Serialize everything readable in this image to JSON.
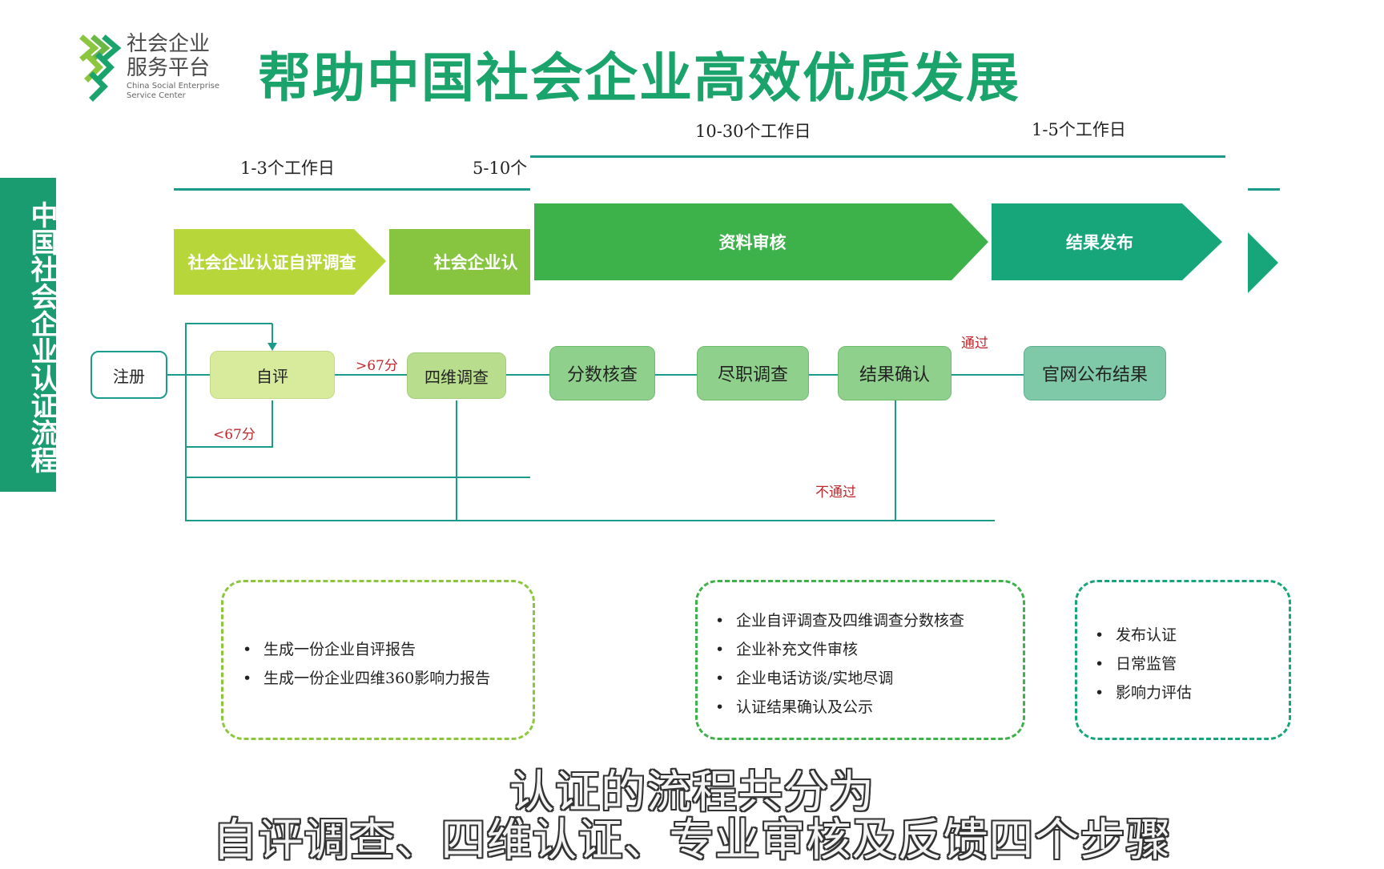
{
  "logo": {
    "line1": "社会企业",
    "line2": "服务平台",
    "en1": "China Social Enterprise",
    "en2": "Service Center"
  },
  "title": "帮助中国社会企业高效优质发展",
  "sidebar_title": "中国社会企业认证流程",
  "durations": {
    "d1": "1-3个工作日",
    "d2": "5-10个",
    "d3": "10-30个工作日",
    "d4": "1-5个工作日"
  },
  "stages": {
    "s1": "社会企业认证自评调查",
    "s2": "社会企业认",
    "s3": "资料审核",
    "s4": "结果发布"
  },
  "nodes": {
    "register": "注册",
    "self_eval": "自评",
    "four_dim": "四维调查",
    "score_check": "分数核查",
    "due_diligence": "尽职调查",
    "result_confirm": "结果确认",
    "publish": "官网公布结果"
  },
  "conditions": {
    "gt67": ">67分",
    "lt67": "<67分",
    "pass": "通过",
    "fail": "不通过"
  },
  "boxes": {
    "left": [
      "生成一份企业自评报告",
      "生成一份企业四维360影响力报告"
    ],
    "middle": [
      "企业自评调查及四维调查分数核查",
      "企业补充文件审核",
      "企业电话访谈/实地尽调",
      "认证结果确认及公示"
    ],
    "right": [
      "发布认证",
      "日常监管",
      "影响力评估"
    ]
  },
  "subtitle": {
    "line1": "认证的流程共分为",
    "line2": "自评调查、四维认证、专业审核及反馈四个步骤"
  },
  "colors": {
    "brand_green": "#1aa36a",
    "teal": "#1b9b8a",
    "lime": "#b7d63a",
    "mid_green": "#87c540",
    "green": "#3db14a",
    "dark_green": "#17a57a",
    "red": "#c0272d"
  },
  "icons": {
    "logo": "stacked-chevron-logo"
  }
}
